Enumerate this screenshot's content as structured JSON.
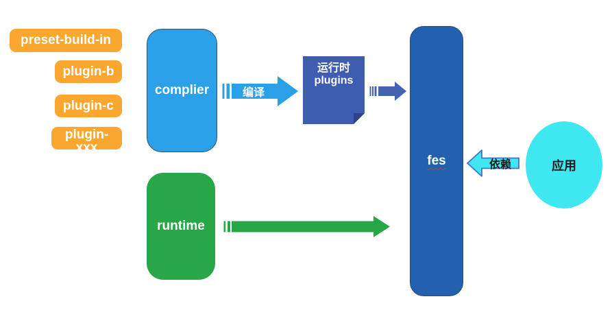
{
  "diagram": {
    "background": "#ffffff",
    "plugin_stack": [
      {
        "label": "preset-build-in"
      },
      {
        "label": "plugin-b"
      },
      {
        "label": "plugin-c"
      },
      {
        "label": "plugin-xxx"
      }
    ],
    "plugin_tag_color": "#F9A72E",
    "complier": {
      "label": "complier",
      "fill": "#2CA0E8"
    },
    "compile_arrow": {
      "label": "编译",
      "fill": "#2AA0E8"
    },
    "runtime_plugins_note": {
      "line1": "运行时",
      "line2": "plugins",
      "fill": "#3E5CB0",
      "fold_fill": "#2E4489"
    },
    "plugins_to_fes_arrow": {
      "fill": "#4463B0"
    },
    "fes": {
      "label": "fes",
      "fill": "#2361AE",
      "underline_color": "#E0342B"
    },
    "depend_arrow": {
      "label": "依赖",
      "fill": "#3FE8F0",
      "border": "#4472C4"
    },
    "app": {
      "label": "应用",
      "fill": "#3FE8F0"
    },
    "runtime": {
      "label": "runtime",
      "fill": "#27A747"
    },
    "runtime_to_fes_arrow": {
      "fill": "#27A747"
    }
  }
}
